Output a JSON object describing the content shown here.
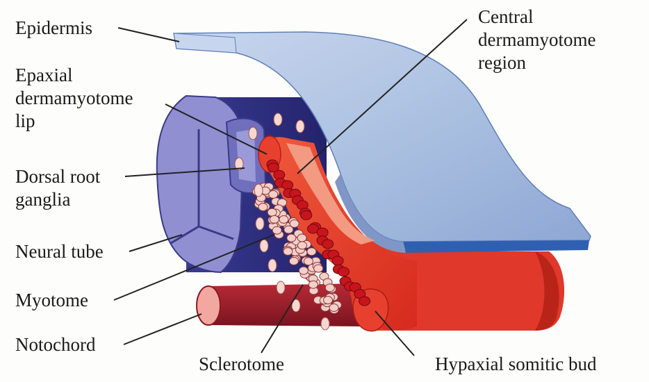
{
  "labels": {
    "epidermis": "Epidermis",
    "epaxial_lip": "Epaxial\ndermamyotome\nlip",
    "dorsal_root_ganglia": "Dorsal root\nganglia",
    "neural_tube": "Neural tube",
    "myotome": "Myotome",
    "notochord": "Notochord",
    "sclerotome": "Sclerotome",
    "central_region": "Central\ndermamyotome\nregion",
    "hypaxial_bud": "Hypaxial somitic bud"
  },
  "colors": {
    "epidermis": "#a9bfe0",
    "epidermis_edge": "#2f5fb0",
    "neural_tube": "#8f8fd2",
    "neural_tube_dark": "#2d2d7a",
    "dermamyotome": "#e8402f",
    "dermamyotome_light": "#f08a72",
    "myotome_cells": "#c8141c",
    "sclerotome_cells": "#f3cfc8",
    "notochord": "#9a1c28",
    "notochord_end": "#f2a7a0",
    "leader_line": "#222222"
  }
}
